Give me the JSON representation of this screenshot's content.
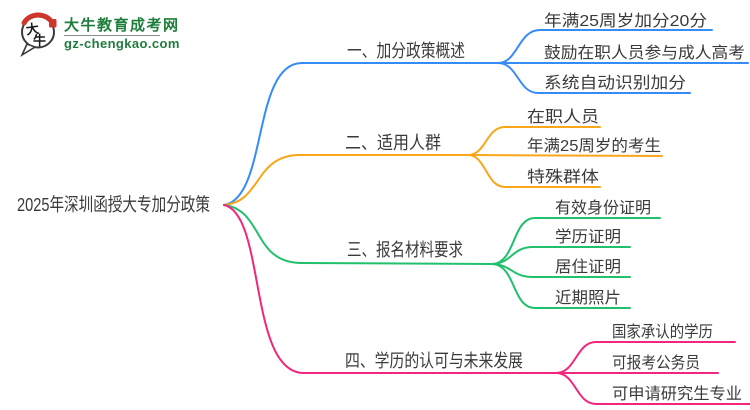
{
  "logo": {
    "mark_char1": "大",
    "mark_char2": "牛",
    "site_name": "大牛教育成考网",
    "site_url": "gz-chengkao.com",
    "brand_green": "#1F7D3C",
    "seal_red": "#CE352B"
  },
  "mindmap": {
    "root": "2025年深圳函授大专加分政策",
    "text_color": "#3A3A3A",
    "branches": [
      {
        "label": "一、加分政策概述",
        "color": "#368CF7",
        "children": [
          "年满25周岁加分20分",
          "鼓励在职人员参与成人高考",
          "系统自动识别加分"
        ]
      },
      {
        "label": "二、适用人群",
        "color": "#F9A61B",
        "children": [
          "在职人员",
          "年满25周岁的考生",
          "特殊群体"
        ]
      },
      {
        "label": "三、报名材料要求",
        "color": "#21C06C",
        "children": [
          "有效身份证明",
          "学历证明",
          "居住证明",
          "近期照片"
        ]
      },
      {
        "label": "四、学历的认可与未来发展",
        "color": "#F2267C",
        "children": [
          "国家承认的学历",
          "可报考公务员",
          "可申请研究生专业"
        ]
      }
    ]
  }
}
